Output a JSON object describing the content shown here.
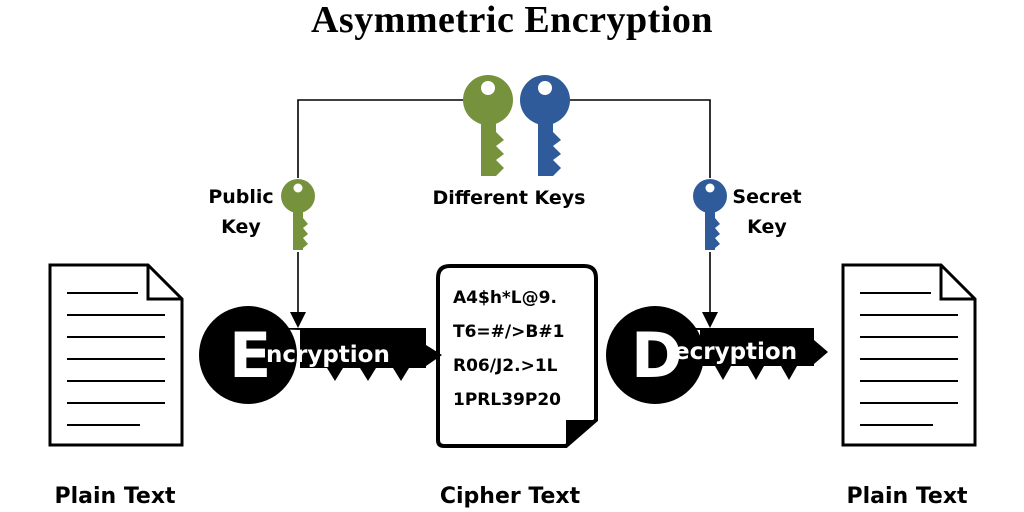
{
  "title": "Asymmetric Encryption",
  "labels": {
    "different_keys": "Different Keys",
    "public_key_line1": "Public",
    "public_key_line2": "Key",
    "secret_key_line1": "Secret",
    "secret_key_line2": "Key",
    "plain_text_left": "Plain Text",
    "cipher_text": "Cipher Text",
    "plain_text_right": "Plain Text"
  },
  "encryption_key": {
    "big_letter": "E",
    "word": "ncryption"
  },
  "decryption_key": {
    "big_letter": "D",
    "word": "ecryption"
  },
  "cipher_lines": [
    "A4$h*L@9.",
    "T6=#/>B#1",
    "R06/J2.>1L",
    "1PRL39P20"
  ],
  "icons": {
    "public_key": "green-key-icon",
    "secret_key": "blue-key-icon",
    "document": "document-icon"
  },
  "colors": {
    "public_key": "#76923c",
    "secret_key": "#2f5b9a",
    "dark": "#000000"
  }
}
